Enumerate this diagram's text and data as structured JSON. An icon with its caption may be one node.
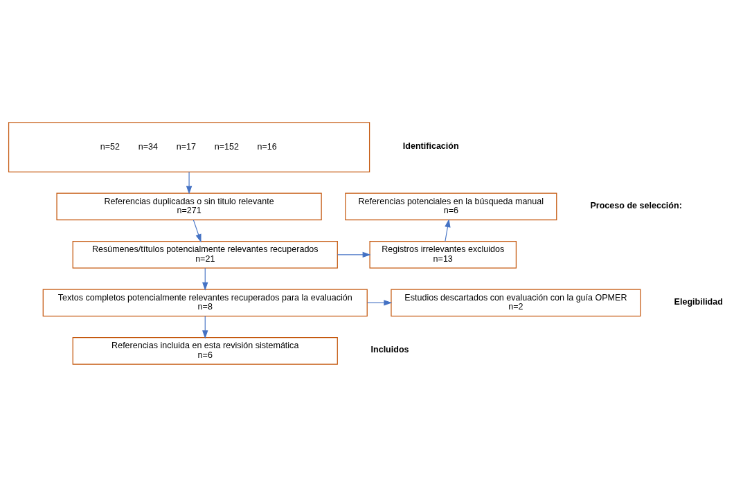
{
  "diagram": {
    "nodes": [
      {
        "text": [
          "n=52",
          "n=34",
          "n=17",
          "n=152",
          "n=16"
        ]
      },
      {
        "text": [
          "Referencias duplicadas o sin titulo relevante",
          "n=271"
        ]
      },
      {
        "text": [
          "Resúmenes/títulos potencialmente relevantes recuperados",
          "n=21"
        ]
      },
      {
        "text": [
          "Referencias potenciales en la búsqueda manual",
          "n=6"
        ]
      },
      {
        "text": [
          "Registros irrelevantes excluidos",
          "n=13"
        ]
      },
      {
        "text": [
          "Textos completos potencialmente relevantes recuperados para la evaluación",
          "n=8"
        ]
      },
      {
        "text": [
          "Estudios descartados con evaluación con la guía OPMER",
          "n=2"
        ]
      },
      {
        "text": [
          "Referencias incluida en esta revisión sistemática",
          "n=6"
        ]
      }
    ],
    "edges": [
      {
        "from": 0,
        "to": 1,
        "arrow": "to"
      },
      {
        "from": 1,
        "to": 2,
        "arrow": "to"
      },
      {
        "from": 4,
        "to": 3,
        "arrow": "to"
      },
      {
        "from": 2,
        "to": 4,
        "arrow": "to"
      },
      {
        "from": 2,
        "to": 5,
        "arrow": "to"
      },
      {
        "from": 5,
        "to": 6,
        "arrow": "to"
      },
      {
        "from": 5,
        "to": 7,
        "arrow": "to"
      }
    ],
    "labels": [
      "Identificación",
      "Proceso de selección:",
      "Elegibilidad",
      "Incluidos"
    ]
  }
}
